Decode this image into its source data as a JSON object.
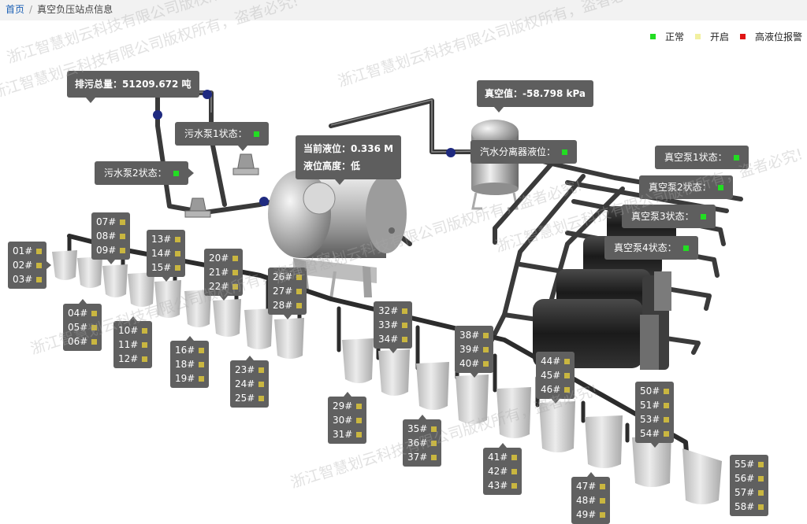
{
  "breadcrumb": {
    "home": "首页",
    "separator": "/",
    "current": "真空负压站点信息"
  },
  "legend": [
    {
      "label": "正常",
      "color": "#22dd22"
    },
    {
      "label": "开启",
      "color": "#f2f0a0"
    },
    {
      "label": "高液位报警",
      "color": "#e01414"
    }
  ],
  "tooltips": {
    "total": {
      "label": "排污总量：",
      "value": "51209.672 吨"
    },
    "vacuum": {
      "label": "真空值：",
      "value": "-58.798 kPa"
    },
    "level": {
      "label1": "当前液位：",
      "value1": "0.336 M",
      "label2": "液位高度：",
      "value2": "低"
    },
    "pump1": {
      "label": "污水泵1状态：",
      "led": "#22dd22"
    },
    "pump2": {
      "label": "污水泵2状态：",
      "led": "#22dd22"
    },
    "separator": {
      "label": "汽水分离器液位：",
      "led": "#22dd22"
    },
    "vpump1": {
      "label": "真空泵1状态：",
      "led": "#22dd22"
    },
    "vpump2": {
      "label": "真空泵2状态：",
      "led": "#22dd22"
    },
    "vpump3": {
      "label": "真空泵3状态：",
      "led": "#22dd22"
    },
    "vpump4": {
      "label": "真空泵4状态：",
      "led": "#22dd22"
    }
  },
  "well_groups": [
    [
      "01#",
      "02#",
      "03#"
    ],
    [
      "04#",
      "05#",
      "06#"
    ],
    [
      "07#",
      "08#",
      "09#"
    ],
    [
      "10#",
      "11#",
      "12#"
    ],
    [
      "13#",
      "14#",
      "15#"
    ],
    [
      "16#",
      "18#",
      "19#"
    ],
    [
      "20#",
      "21#",
      "22#"
    ],
    [
      "23#",
      "24#",
      "25#"
    ],
    [
      "26#",
      "27#",
      "28#"
    ],
    [
      "29#",
      "30#",
      "31#"
    ],
    [
      "32#",
      "33#",
      "34#"
    ],
    [
      "35#",
      "36#",
      "37#"
    ],
    [
      "38#",
      "39#",
      "40#"
    ],
    [
      "41#",
      "42#",
      "43#"
    ],
    [
      "44#",
      "45#",
      "46#"
    ],
    [
      "47#",
      "48#",
      "49#"
    ],
    [
      "50#",
      "51#",
      "53#",
      "54#"
    ],
    [
      "55#",
      "56#",
      "57#",
      "58#"
    ]
  ],
  "watermark": "浙江智慧划云科技有限公司版权所有，盗者必究!"
}
